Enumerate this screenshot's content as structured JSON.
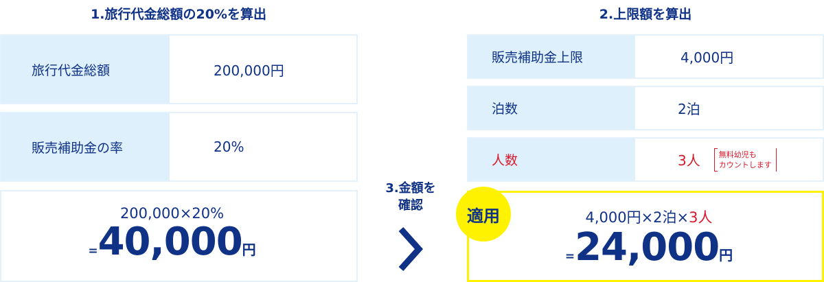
{
  "step1": {
    "title": "1.旅行代金総額の20%を算出",
    "rows": [
      {
        "label": "旅行代金総額",
        "value": "200,000円"
      },
      {
        "label": "販売補助金の率",
        "value": "20%"
      }
    ],
    "formula": "200,000×20%",
    "eq": "=",
    "result": "40,000",
    "unit": "円"
  },
  "step3": {
    "line1": "3.金額を",
    "line2": "確認"
  },
  "step2": {
    "title": "2.上限額を算出",
    "rows": [
      {
        "label": "販売補助金上限",
        "value": "4,000円"
      },
      {
        "label": "泊数",
        "value": "2泊"
      },
      {
        "label": "人数",
        "value": "3人"
      }
    ],
    "note_line1": "無料幼児も",
    "note_line2": "カウントします",
    "badge": "適用",
    "formula_a": "4,000円×2泊×",
    "formula_b": "3人",
    "eq": "=",
    "result": "24,000",
    "unit": "円"
  },
  "colors": {
    "navy": "#0f3287",
    "light": "#dff0fd",
    "red": "#d7182a",
    "yellow": "#fff200"
  }
}
